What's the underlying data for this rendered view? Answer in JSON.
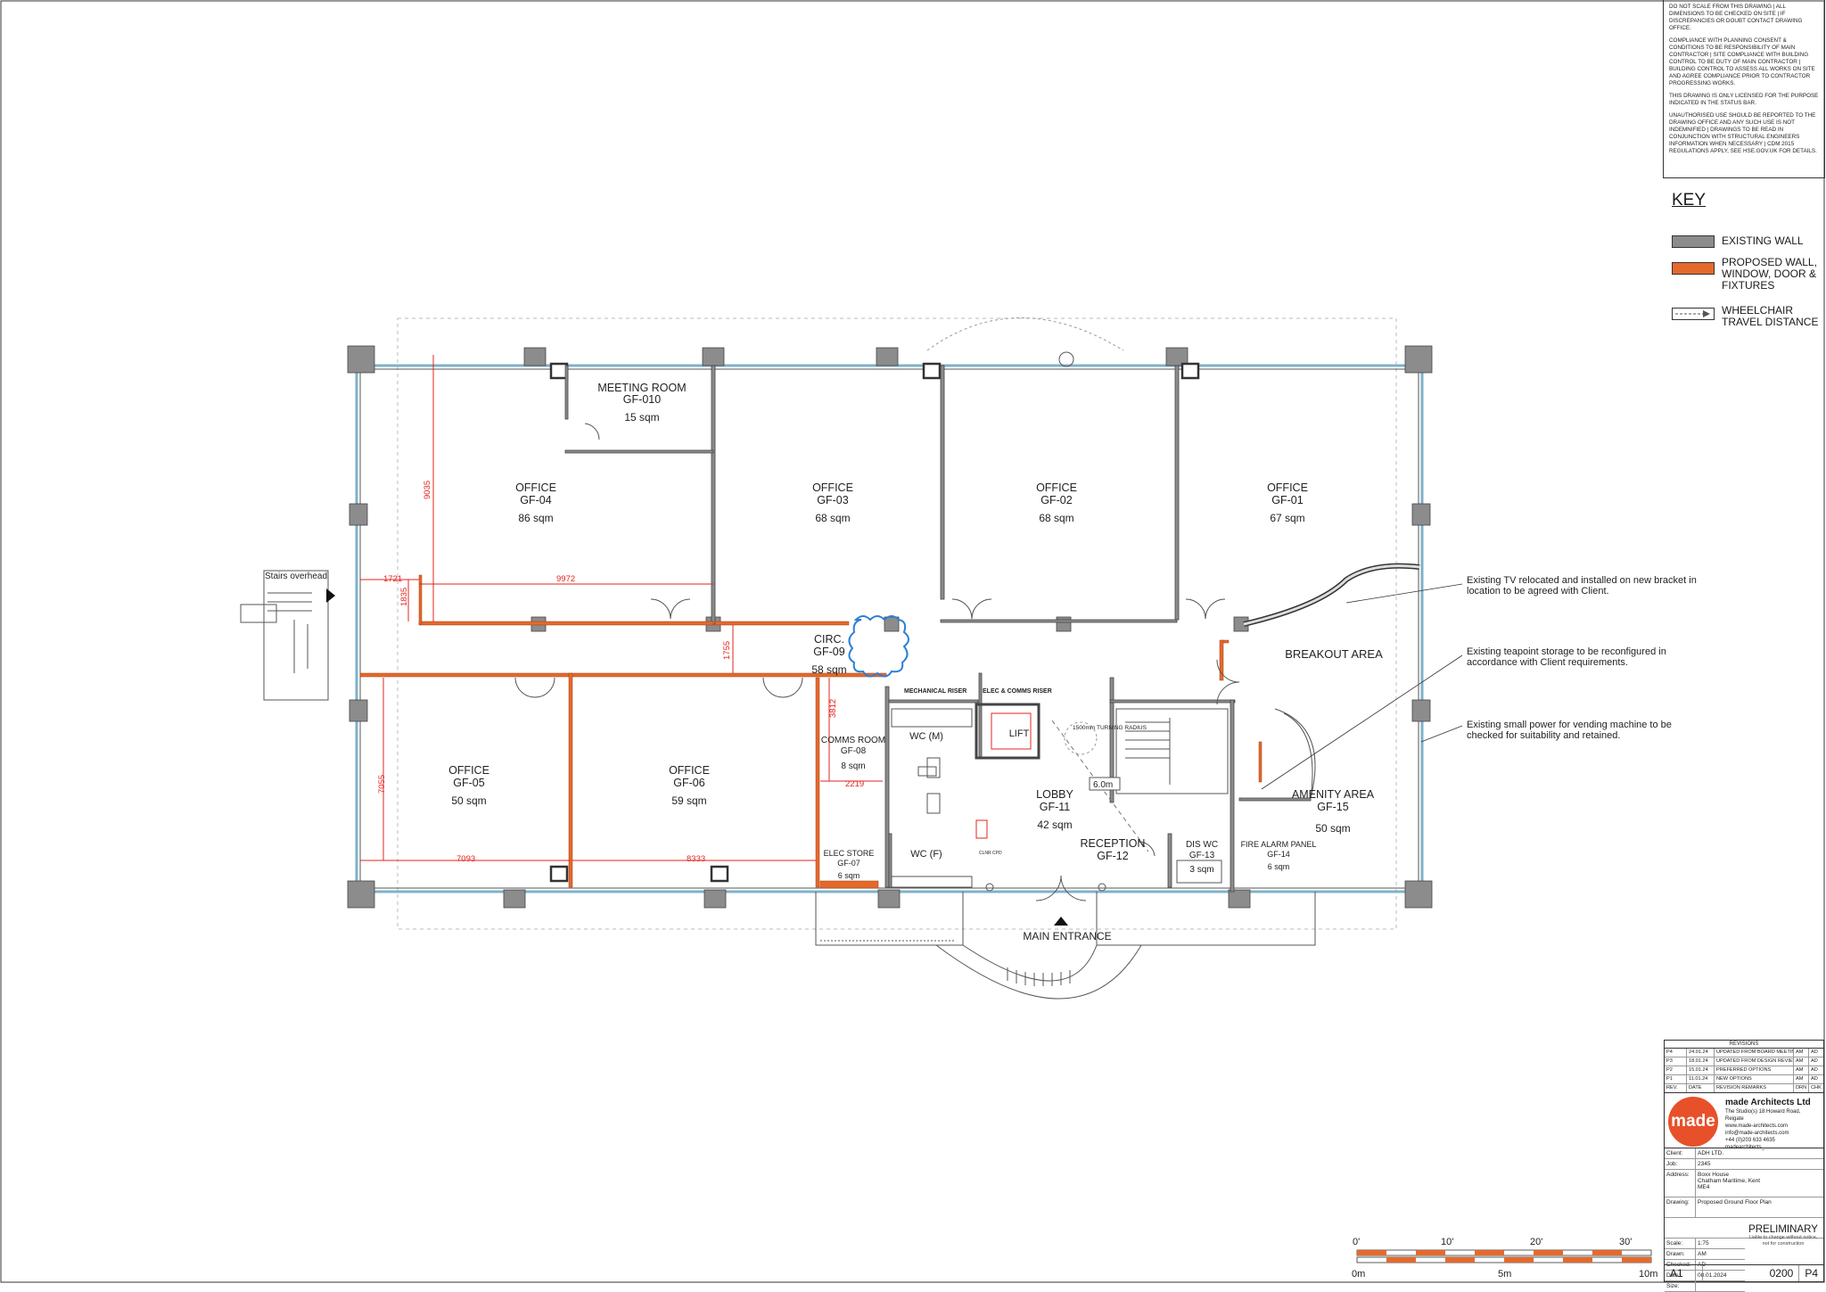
{
  "rooms": [
    {
      "id": "gf04",
      "name": "OFFICE",
      "code": "GF-04",
      "area": "86 sqm"
    },
    {
      "id": "gf010",
      "name": "MEETING ROOM",
      "code": "GF-010",
      "area": "15 sqm"
    },
    {
      "id": "gf03",
      "name": "OFFICE",
      "code": "GF-03",
      "area": "68 sqm"
    },
    {
      "id": "gf02",
      "name": "OFFICE",
      "code": "GF-02",
      "area": "68 sqm"
    },
    {
      "id": "gf01",
      "name": "OFFICE",
      "code": "GF-01",
      "area": "67 sqm"
    },
    {
      "id": "gf05",
      "name": "OFFICE",
      "code": "GF-05",
      "area": "50 sqm"
    },
    {
      "id": "gf06",
      "name": "OFFICE",
      "code": "GF-06",
      "area": "59 sqm"
    },
    {
      "id": "gf09",
      "name": "CIRC.",
      "code": "GF-09",
      "area": "58 sqm"
    },
    {
      "id": "gf08",
      "name": "COMMS ROOM",
      "code": "GF-08",
      "area": "8 sqm"
    },
    {
      "id": "gf07",
      "name": "ELEC STORE",
      "code": "GF-07",
      "area": "6 sqm"
    },
    {
      "id": "gf11",
      "name": "LOBBY",
      "code": "GF-11",
      "area": "42 sqm"
    },
    {
      "id": "gf12",
      "name": "RECEPTION",
      "code": "GF-12",
      "area": ""
    },
    {
      "id": "gf13",
      "name": "DIS WC",
      "code": "GF-13",
      "area": "3 sqm"
    },
    {
      "id": "gf14",
      "name": "FIRE ALARM PANEL",
      "code": "GF-14",
      "area": "6 sqm"
    },
    {
      "id": "gf15",
      "name": "AMENITY AREA",
      "code": "GF-15",
      "area": "50 sqm"
    }
  ],
  "labels": {
    "stairs": "Stairs overhead",
    "breakout": "BREAKOUT AREA",
    "main_entrance": "MAIN ENTRANCE",
    "wc_m": "WC (M)",
    "wc_f": "WC (F)",
    "lift": "LIFT",
    "mech_riser": "MECHANICAL RISER",
    "elec_riser": "ELEC & COMMS RISER",
    "turning": "1500mm TURNING RADIUS",
    "travel": "6.0m",
    "cleaner": "CLNR CPD"
  },
  "dimensions": [
    "9035",
    "1721",
    "9972",
    "1835",
    "1755",
    "3812",
    "2219",
    "7055",
    "7093",
    "8333"
  ],
  "callouts": [
    "Existing TV relocated and installed on new bracket in location to be agreed with Client.",
    "Existing teapoint storage to be reconfigured in accordance with Client requirements.",
    "Existing small power for vending machine to be checked for suitability and retained."
  ],
  "notes": [
    "DO NOT SCALE FROM THIS DRAWING | ALL DIMENSIONS TO BE CHECKED ON SITE | IF DISCREPANCIES OR DOUBT CONTACT DRAWING OFFICE.",
    "COMPLIANCE WITH PLANNING CONSENT & CONDITIONS TO BE RESPONSIBILITY OF MAIN CONTRACTOR | SITE COMPLIANCE WITH BUILDING CONTROL TO BE DUTY OF MAIN CONTRACTOR | BUILDING CONTROL TO ASSESS ALL WORKS ON SITE AND AGREE COMPLIANCE PRIOR TO CONTRACTOR PROGRESSING WORKS.",
    "THIS DRAWING IS ONLY LICENSED FOR THE PURPOSE INDICATED IN THE STATUS BAR.",
    "UNAUTHORISED USE SHOULD BE REPORTED TO THE DRAWING OFFICE AND ANY SUCH USE IS NOT INDEMNIFIED | DRAWINGS TO BE READ IN CONJUNCTION WITH STRUCTURAL ENGINEERS INFORMATION WHEN NECESSARY | CDM 2015 REGULATIONS APPLY, SEE HSE.GOV.UK FOR DETAILS."
  ],
  "key": {
    "title": "KEY",
    "existing_wall": "EXISTING WALL",
    "proposed": "PROPOSED WALL, WINDOW, DOOR & FIXTURES",
    "wheelchair": "WHEELCHAIR TRAVEL DISTANCE",
    "colors": {
      "existing": "#8c8c8c",
      "proposed": "#e46a2c"
    }
  },
  "scale_bar": {
    "imperial": [
      "0'",
      "10'",
      "20'",
      "30'"
    ],
    "metric": [
      "0m",
      "5m",
      "10m"
    ]
  },
  "title_block": {
    "revisions_title": "REVISIONS",
    "revisions": [
      {
        "rev": "P4",
        "date": "24.01.24",
        "remarks": "UPDATED FROM BOARD MEETING & BUILDING CONTROL INPUT",
        "drn": "AM",
        "chk": "AD"
      },
      {
        "rev": "P3",
        "date": "18.01.24",
        "remarks": "UPDATED FROM DESIGN REVIEW WORKSHOP",
        "drn": "AM",
        "chk": "AD"
      },
      {
        "rev": "P2",
        "date": "15.01.24",
        "remarks": "PREFERRED OPTIONS",
        "drn": "AM",
        "chk": "AD"
      },
      {
        "rev": "P1",
        "date": "11.01.24",
        "remarks": "NEW OPTIONS",
        "drn": "AM",
        "chk": "AD"
      }
    ],
    "rev_header": {
      "rev": "REV.",
      "date": "DATE",
      "remarks": "REVISION REMARKS",
      "drn": "DRN",
      "chk": "CHK"
    },
    "logo_text": "made",
    "firm_name": "made Architects Ltd",
    "firm_address": "The Studio(s) 18 Howard Road, Reigate",
    "firm_web": "www.made-architects.com",
    "firm_email": "info@made-architects.com",
    "firm_phone": "+44 (0)203 633 4635",
    "firm_social": "madearchitects_",
    "client_label": "Client:",
    "client": "ADH LTD.",
    "job_label": "Job:",
    "job": "2345",
    "address_label": "Address:",
    "address_lines": [
      "Boxx House",
      "Chatham Maritime, Kent",
      "ME4"
    ],
    "drawing_label": "Drawing:",
    "drawing": "Proposed Ground Floor Plan",
    "scale_label": "Scale:",
    "scale": "1:75",
    "drawn_label": "Drawn:",
    "drawn": "AM",
    "checked_label": "Checked:",
    "checked": "AD",
    "date_label": "Date:",
    "date": "08.01.2024",
    "size_label": "Size:",
    "status": "PRELIMINARY",
    "status_note": "Liable to change without notice, not for construction",
    "paper": "A1",
    "drawing_no": "0200",
    "revision": "P4"
  }
}
